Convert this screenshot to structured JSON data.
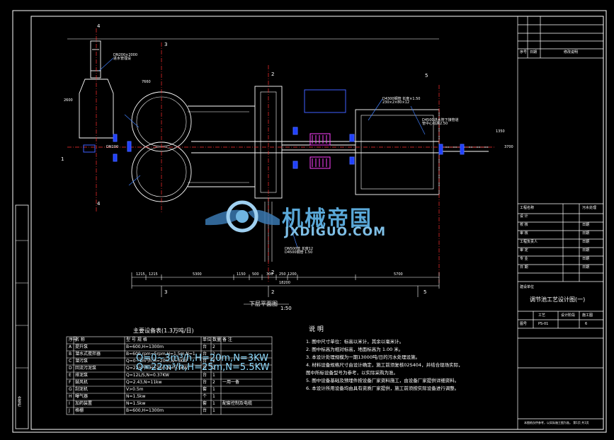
{
  "watermark": {
    "cn": "机械帝国",
    "en": "JXDIGUO.COM"
  },
  "plan": {
    "title": "下层平面图",
    "scale": "1:50",
    "axis_labels": [
      "1",
      "2",
      "3",
      "3",
      "4",
      "4",
      "5",
      "5",
      "2",
      "2"
    ],
    "dims_bottom": [
      "1215",
      "1215",
      "5300",
      "1150",
      "500",
      "300",
      "250",
      "1200",
      "5700",
      "18200"
    ],
    "dims_left": [
      "2600"
    ],
    "dims_right": [
      "1350",
      "3700"
    ],
    "top_dim": "7660",
    "callouts": {
      "a": "DN200×2000\n进水管埋设",
      "b": "D4300钢管 长度×1.50\n230×2×80×12",
      "c": "D4500进水管下接管道\n管中心标高2.50",
      "d": "DN500管 长度12\nD4500钢管 1.50",
      "e": "DN100"
    }
  },
  "equip": {
    "title": "主要设备表(1.3万吨/日)",
    "headers": [
      "序号",
      "名 称",
      "型 号 规 格",
      "单位",
      "数量",
      "备 注"
    ],
    "rows": [
      [
        "A",
        "提升泵",
        "B=600,H=1300m",
        "台",
        "2",
        ""
      ],
      [
        "B",
        "潜水式搅拌器",
        "B=600,rpm=5rpm,H=1.5m,N=1",
        "台",
        "2",
        ""
      ],
      [
        "C",
        "潜污泵",
        "Q=0~3m³/h,H=20m,N=3KW",
        "台",
        "2",
        ""
      ],
      [
        "D",
        "回流污泥泵",
        "Q=22m³/h,H=25m,N=5.5KW",
        "台",
        "2",
        ""
      ],
      [
        "E",
        "排泥泵",
        "Q=12L/S,N=0.37KW",
        "台",
        "1",
        ""
      ],
      [
        "F",
        "鼓风机",
        "Q=2.43,N=11kw",
        "台",
        "2",
        "一用一备"
      ],
      [
        "G",
        "刮泥机",
        "V>0.5m",
        "套",
        "1",
        ""
      ],
      [
        "H",
        "曝气器",
        "N=1.5kw",
        "个",
        "1",
        ""
      ],
      [
        "I",
        "加药装置",
        "N=1.5kw",
        "套",
        "1",
        "配套控制及电缆"
      ],
      [
        "J",
        "格栅",
        "B=600,H=1300m",
        "台",
        "1",
        ""
      ]
    ],
    "overlay": [
      "Q=0~3m³/h,H=20m,N=3KW",
      "Q=22m³/h,H=25m,N=5.5KW"
    ]
  },
  "notes": {
    "title": "说 明",
    "items": [
      "1. 图中尺寸单位：标高以米计，其余以毫米计。",
      "2. 图中标高为相对标高，地面标高为 1.00 米。",
      "3. 本设计处理规模为一期13000吨/日的污水处理设施。",
      "4. 材料设备规格尺寸由设计确定，施工前须复核02S404，并结合现场实际，",
      "   图中所标设备型号为参考，以实际采购为准。",
      "5. 图中设备基础及预埋件按设备厂家资料施工，由设备厂家提供详细资料。",
      "6. 本设计所用设备均由具有资质厂家提供，施工前须按实际设备进行调整。"
    ]
  },
  "titleblock": {
    "right_top": [
      "序号",
      "日期",
      "修改说明"
    ],
    "row_labels": [
      "工程名称",
      "设 计",
      "校 核",
      "审 核",
      "工程负责人",
      "审 定",
      "专 业",
      "日 期"
    ],
    "row_values": [
      "污水处理",
      "",
      "日期",
      "日期",
      "日期",
      "日期",
      "日期",
      "日期"
    ],
    "drawing_title": "调节池工艺设计图(一)",
    "owner": "建设单位",
    "drawing_no_labels": [
      "工艺",
      "设计阶段",
      "施工图"
    ],
    "drawing_no_values": [
      "图号",
      "PS-01",
      "6"
    ],
    "footer": "本图纸仅供参考，以实际施工图为准。 第1页 共1页",
    "left_stamp": "会签栏"
  }
}
